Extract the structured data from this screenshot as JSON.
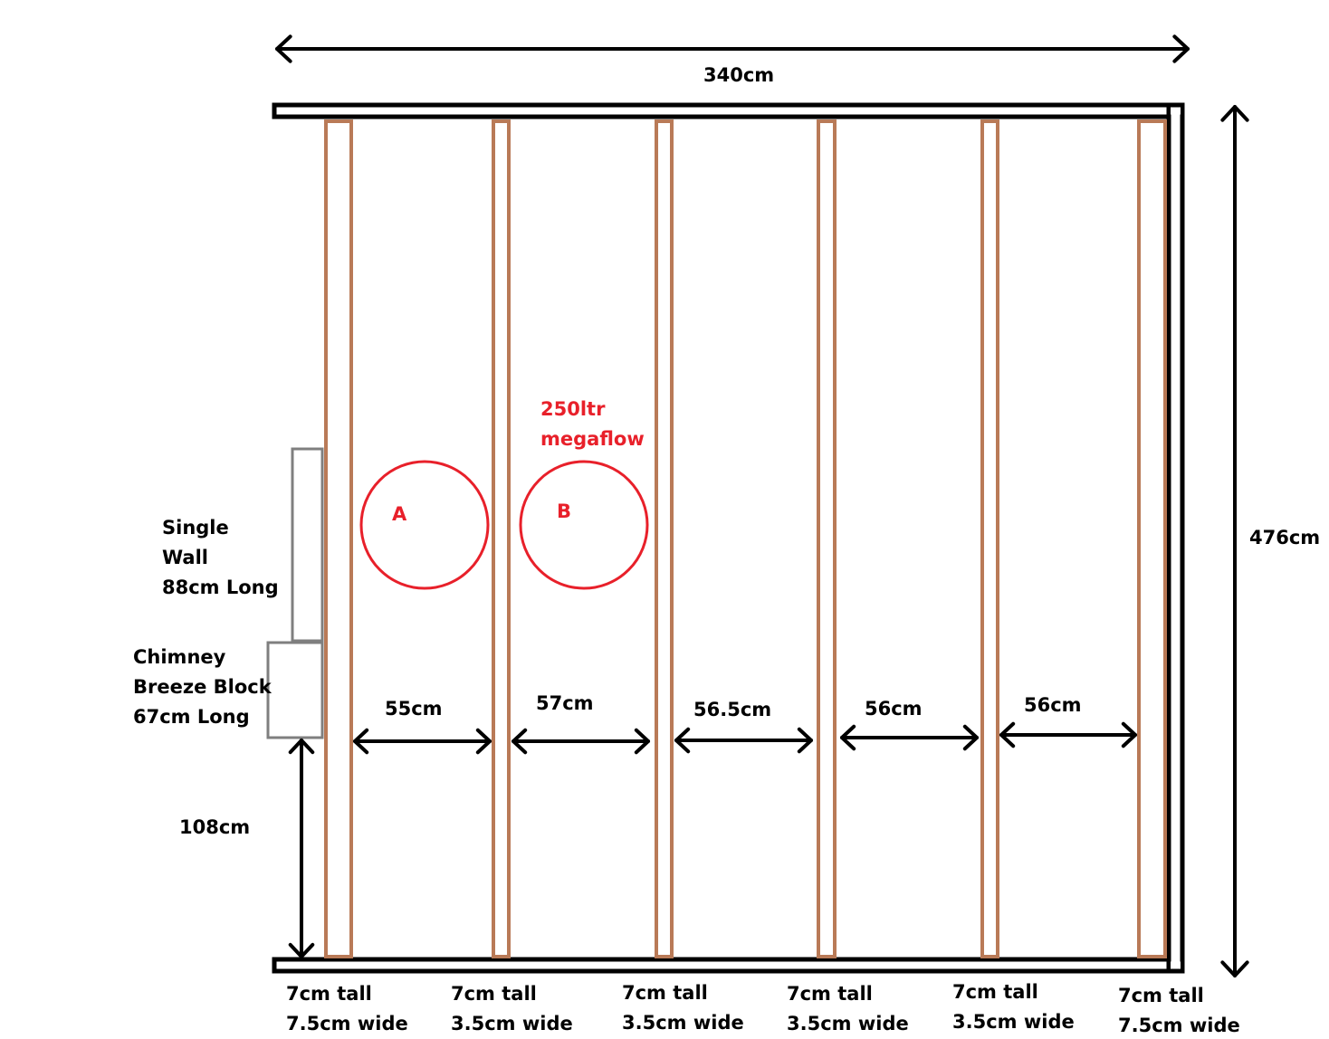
{
  "colors": {
    "wall": "#000000",
    "joist": "#b97a57",
    "block": "#7f7f7f",
    "tank": "#e8202a",
    "arrow": "#000000"
  },
  "dimensions": {
    "overall_width": "340cm",
    "overall_length": "476cm",
    "wall_offset": "108cm"
  },
  "left_wall": {
    "single_wall": [
      "Single",
      "Wall",
      "88cm Long"
    ],
    "chimney": [
      "Chimney",
      "Breeze Block",
      "67cm Long"
    ]
  },
  "tanks": {
    "note": [
      "250ltr",
      "megaflow"
    ],
    "a_label": "A",
    "b_label": "B"
  },
  "gaps": [
    "55cm",
    "57cm",
    "56.5cm",
    "56cm",
    "56cm"
  ],
  "joists": [
    {
      "height": "7cm tall",
      "width": "7.5cm wide"
    },
    {
      "height": "7cm tall",
      "width": "3.5cm wide"
    },
    {
      "height": "7cm tall",
      "width": "3.5cm wide"
    },
    {
      "height": "7cm tall",
      "width": "3.5cm wide"
    },
    {
      "height": "7cm tall",
      "width": "3.5cm wide"
    },
    {
      "height": "7cm tall",
      "width": "7.5cm wide"
    }
  ]
}
